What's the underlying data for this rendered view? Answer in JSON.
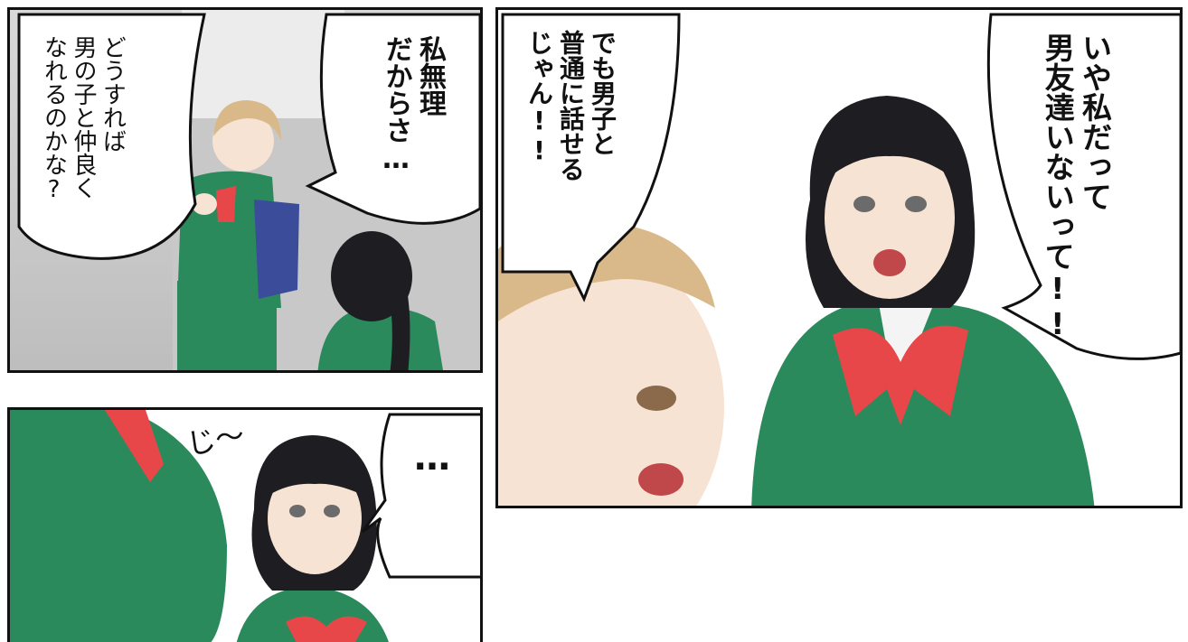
{
  "panels": [
    {
      "id": "panel-1",
      "bubbles": [
        {
          "text": "私無理\nだからさ…",
          "style": "bold"
        },
        {
          "text": "どうすれば\n男の子と仲良く\nなれるのかな?",
          "style": "normal"
        }
      ]
    },
    {
      "id": "panel-2",
      "bubbles": [
        {
          "text": "いや私だって\n男友達いないって!!",
          "style": "bold"
        },
        {
          "text": "でも男子と\n普通に話せる\nじゃん!!",
          "style": "bold"
        }
      ]
    },
    {
      "id": "panel-3",
      "sfx": "じ〜",
      "bubbles": [
        {
          "text": "…",
          "style": "bold"
        }
      ]
    }
  ],
  "colors": {
    "blazer": "#2a8a5c",
    "ribbon": "#e8474a",
    "hair_dark": "#1e1e22",
    "hair_light": "#d9b98a",
    "skin": "#f7e3d3",
    "border": "#111111"
  }
}
